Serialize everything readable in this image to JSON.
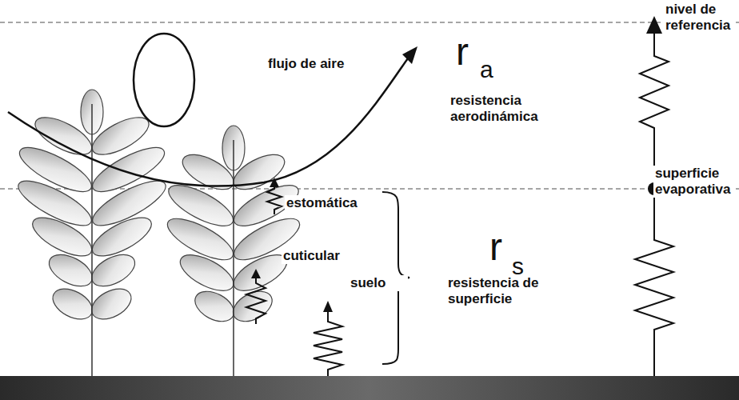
{
  "diagram": {
    "labels": [
      "nivel de referencia",
      "flujo de aire",
      "r",
      "a",
      "resistencia aerodinámica",
      "superficie evaporativa",
      "estomática",
      "cuticular",
      "suelo",
      "r",
      "s",
      "resistencia de superficie"
    ]
  }
}
